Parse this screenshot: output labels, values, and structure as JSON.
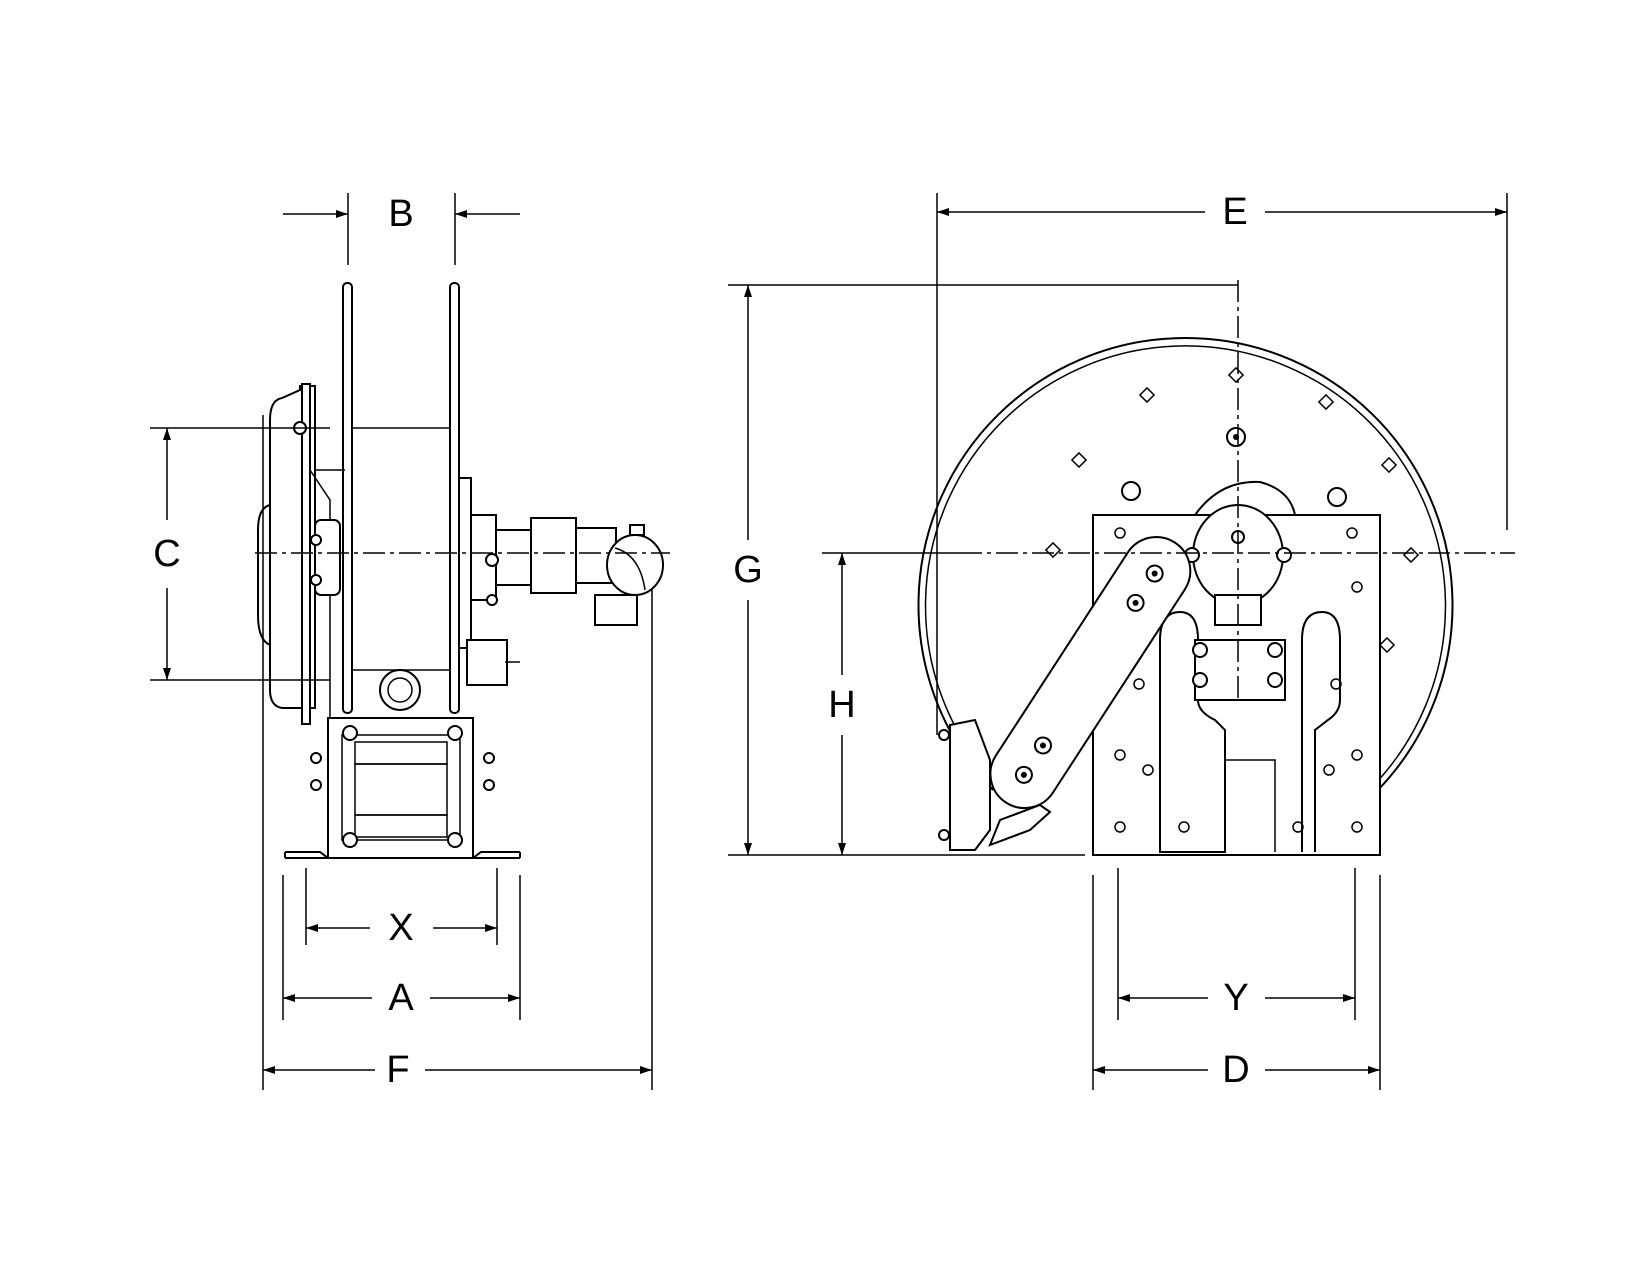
{
  "dimensions": {
    "A": "A",
    "B": "B",
    "C": "C",
    "D": "D",
    "E": "E",
    "F": "F",
    "G": "G",
    "H": "H",
    "X": "X",
    "Y": "Y"
  },
  "colors": {
    "line": "#000000",
    "background": "#ffffff"
  }
}
